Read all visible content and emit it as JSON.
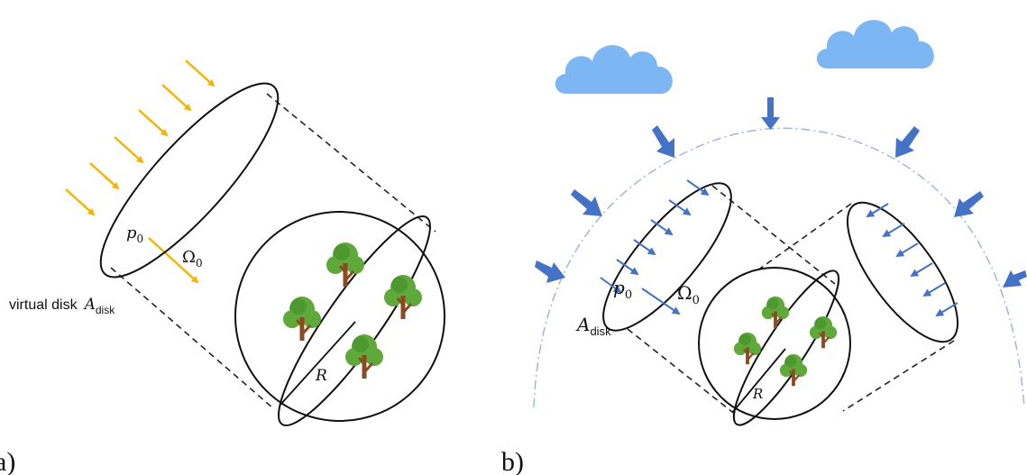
{
  "panels": {
    "a": {
      "label": "a)",
      "virtual_disk_label": "virtual disk",
      "a_disk": "A",
      "a_disk_sub": "disk",
      "p0": "p",
      "p0_sub": "0",
      "omega0": "Ω",
      "omega0_sub": "0",
      "radius": "R"
    },
    "b": {
      "label": "b)",
      "a_disk": "A",
      "a_disk_sub": "disk",
      "p0": "p",
      "p0_sub": "0",
      "omega0": "Ω",
      "omega0_sub": "0",
      "radius": "R"
    }
  },
  "colors": {
    "sun_arrow": "#F5B400",
    "diffuse_arrow": "#4472C4",
    "cloud": "#7CB7F4",
    "sky_dome": "#9DB8DC",
    "tree_crown": "#5FA83A",
    "tree_crown_dark": "#3E8A26",
    "tree_trunk": "#8B4A22"
  }
}
